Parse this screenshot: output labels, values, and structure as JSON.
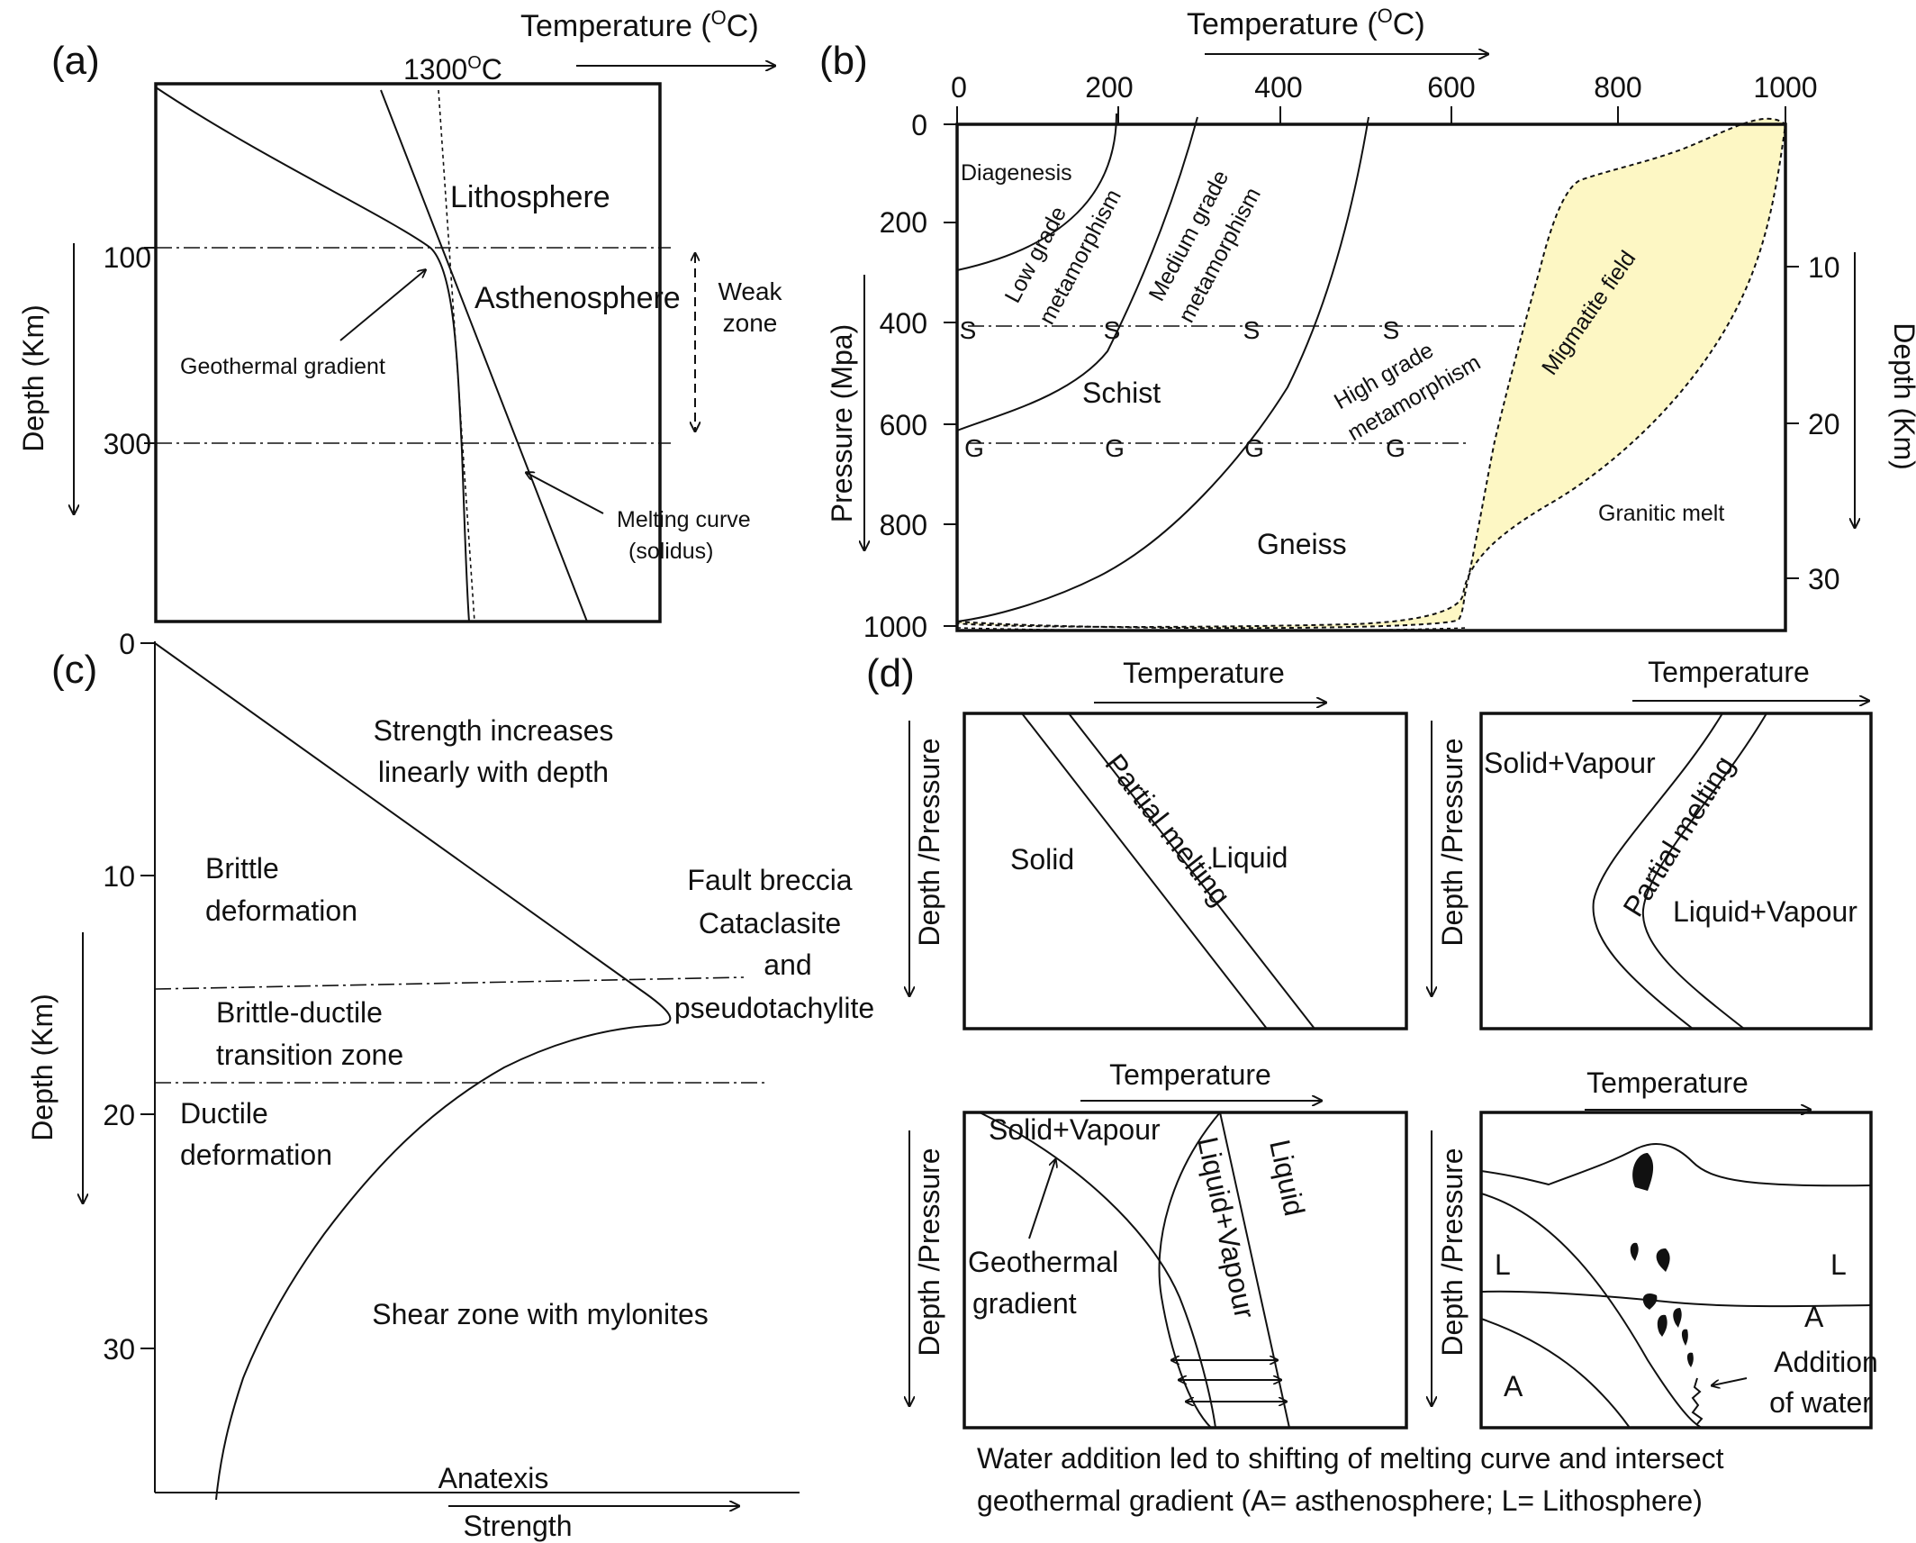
{
  "panel_a": {
    "label": "(a)",
    "x_axis_title": "Temperature (",
    "x_axis_unit_sup": "O",
    "x_axis_unit": "C)",
    "marker_prefix": "1300",
    "marker_sup": "O",
    "marker_suffix": "C",
    "y_axis_title": "Depth (Km)",
    "y_ticks": [
      "100",
      "300"
    ],
    "lithosphere": "Lithosphere",
    "asthenosphere": "Asthenosphere",
    "weak_zone_line1": "Weak",
    "weak_zone_line2": "zone",
    "geothermal_gradient": "Geothermal gradient",
    "melting_curve_line1": "Melting curve",
    "melting_curve_line2": "(solidus)"
  },
  "panel_b": {
    "label": "(b)",
    "x_axis_title": "Temperature (",
    "x_axis_unit_sup": "O",
    "x_axis_unit": "C)",
    "x_ticks": [
      "0",
      "200",
      "400",
      "600",
      "800",
      "1000"
    ],
    "y_axis_title": "Pressure (Mpa)",
    "y_ticks": [
      "0",
      "200",
      "400",
      "600",
      "800",
      "1000"
    ],
    "right_axis_title": "Depth (Km)",
    "right_ticks": [
      "10",
      "20",
      "30"
    ],
    "diagenesis": "Diagenesis",
    "low_grade_1": "Low grade",
    "low_grade_2": "metamorphism",
    "medium_grade_1": "Medium grade",
    "medium_grade_2": "metamorphism",
    "high_grade_1": "High grade",
    "high_grade_2": "metamorphism",
    "schist": "Schist",
    "gneiss": "Gneiss",
    "migmatite": "Migmatite field",
    "granitic_melt": "Granitic melt",
    "s_marker": "S",
    "g_marker": "G",
    "migmatite_fill": "#fdf7c4"
  },
  "panel_c": {
    "label": "(c)",
    "y_axis_title": "Depth (Km)",
    "y_ticks": [
      "0",
      "10",
      "20",
      "30"
    ],
    "strength_increase_1": "Strength increases",
    "strength_increase_2": "linearly with depth",
    "brittle_1": "Brittle",
    "brittle_2": "deformation",
    "transition_1": "Brittle-ductile",
    "transition_2": "transition zone",
    "ductile_1": "Ductile",
    "ductile_2": "deformation",
    "fault_1": "Fault breccia",
    "fault_2": "Cataclasite",
    "fault_3": "and",
    "fault_4": "pseudotachylite",
    "shear_zone": "Shear zone with mylonites",
    "anatexis": "Anatexis",
    "x_axis_title": "Strength"
  },
  "panel_d": {
    "label": "(d)",
    "temperature": "Temperature",
    "depth_pressure": "Depth /Pressure",
    "d1_solid": "Solid",
    "d1_liquid": "Liquid",
    "d1_partial": "Partial melting",
    "d2_solid_vapour": "Solid+Vapour",
    "d2_liquid_vapour": "Liquid+Vapour",
    "d2_partial": "Partial melting",
    "d3_solid_vapour": "Solid+Vapour",
    "d3_liquid_vapour": "Liquid+Vapour",
    "d3_liquid": "Liquid",
    "d3_geo_1": "Geothermal",
    "d3_geo_2": "gradient",
    "d4_L": "L",
    "d4_A": "A",
    "d4_water_1": "Addition",
    "d4_water_2": "of water",
    "caption_1": "Water addition led to shifting of melting curve and intersect",
    "caption_2": "geothermal gradient (A= asthenosphere; L= Lithosphere)"
  }
}
